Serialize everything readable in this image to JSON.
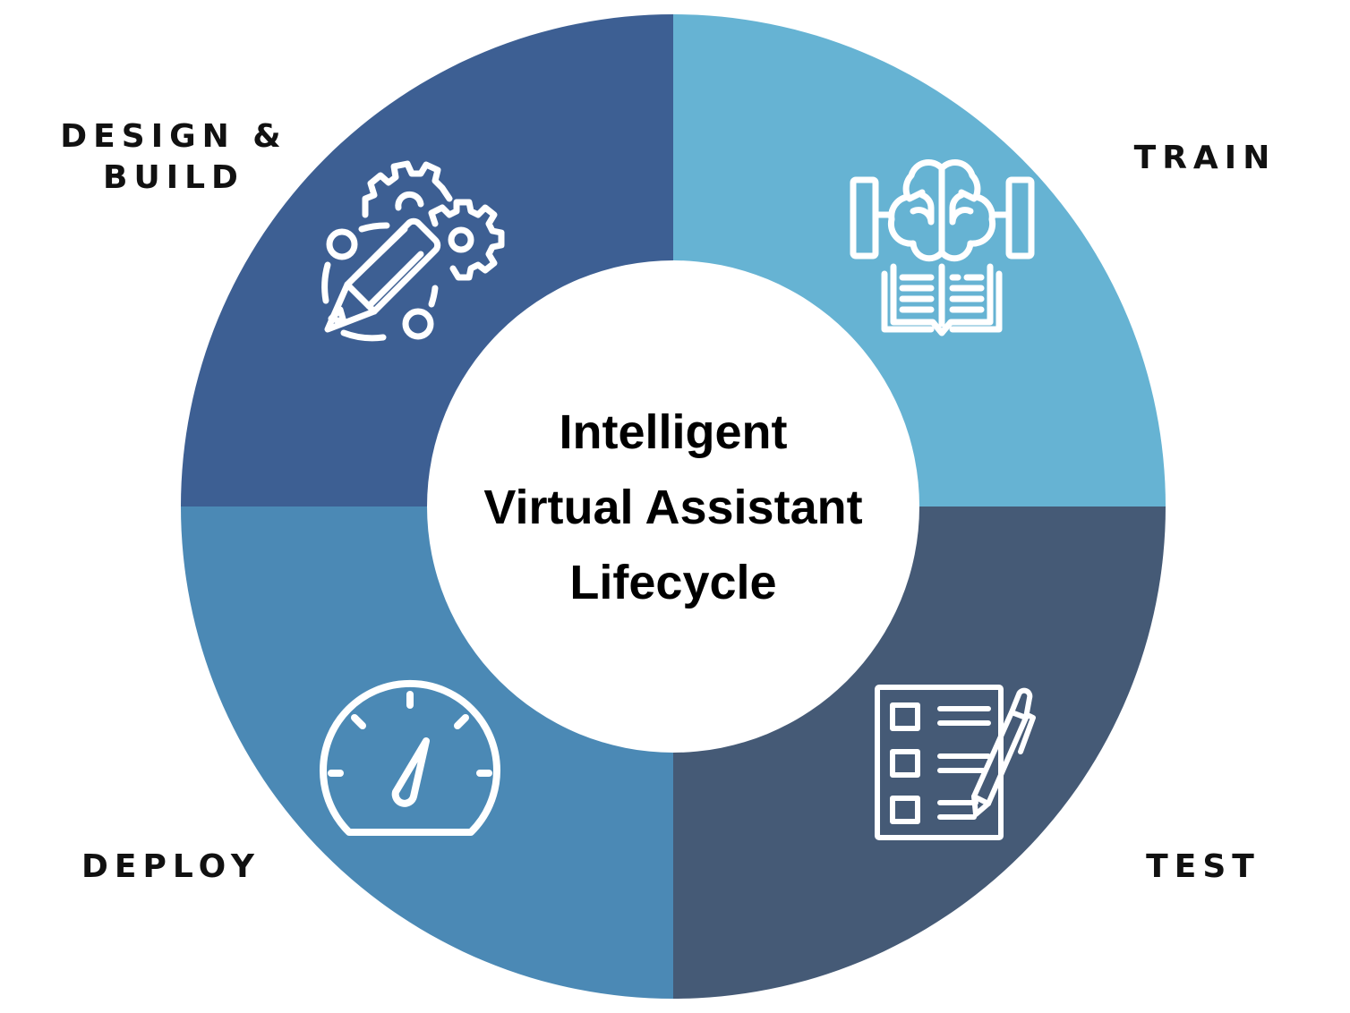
{
  "diagram": {
    "type": "cycle-ring",
    "center_title": {
      "line1": "Intelligent",
      "line2": "Virtual Assistant",
      "line3": "Lifecycle"
    },
    "stages": [
      {
        "id": "design-build",
        "label_line1": "DESIGN &",
        "label_line2": "BUILD",
        "icon": "gears-pencil-icon",
        "color": "#3D5F93",
        "quadrant": "top-left"
      },
      {
        "id": "train",
        "label": "TRAIN",
        "icon": "brain-book-icon",
        "color": "#66B3D3",
        "quadrant": "top-right"
      },
      {
        "id": "test",
        "label": "TEST",
        "icon": "checklist-pen-icon",
        "color": "#455A76",
        "quadrant": "bottom-right"
      },
      {
        "id": "deploy",
        "label": "DEPLOY",
        "icon": "speedometer-icon",
        "color": "#4B89B5",
        "quadrant": "bottom-left"
      }
    ],
    "colors": {
      "background": "#FFFFFF",
      "center_fill": "#FFFFFF",
      "text": "#111111",
      "icon_stroke": "#FFFFFF"
    }
  }
}
